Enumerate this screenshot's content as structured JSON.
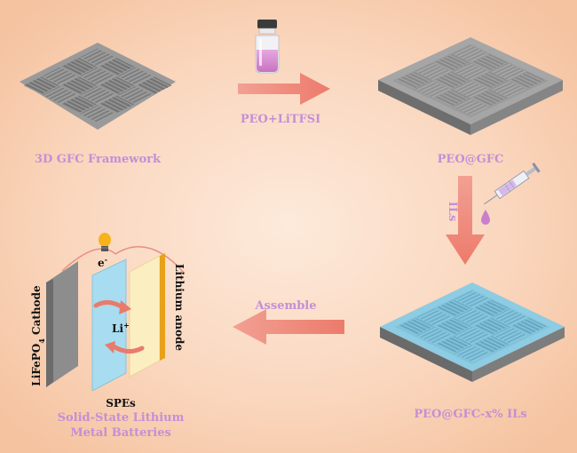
{
  "labels": {
    "framework": "3D GFC Framework",
    "step1": "PEO+LiTFSI",
    "peo_gfc": "PEO@GFC",
    "step2": "ILs",
    "peo_gfc_ils": "PEO@GFC-x% ILs",
    "step3": "Assemble",
    "battery_line1": "Solid-State Lithium",
    "battery_line2": "Metal Batteries",
    "cathode": "LiFePO",
    "cathode_sub": "4",
    "cathode_tail": " Cathode",
    "anode": "Lithium anode",
    "electrolyte": "SPEs",
    "electron": "e",
    "electron_sup": "-",
    "ion": "Li",
    "ion_sup": "+"
  },
  "colors": {
    "arrow": "#ef8a7c",
    "label": "#c48fd6",
    "background_center": "#fde7d4",
    "background_edge": "#f7c9a8",
    "fabric_gray": "#7a7a7a",
    "fabric_blue": "#5fb0cf",
    "cathode": "#8e8e8e",
    "electrolyte": "#a8dcf0",
    "anode_foil": "#fbeec0",
    "anode_edge": "#e8a11a"
  },
  "icons": [
    "vial-icon",
    "syringe-icon",
    "droplet-icon",
    "lightbulb-icon"
  ]
}
